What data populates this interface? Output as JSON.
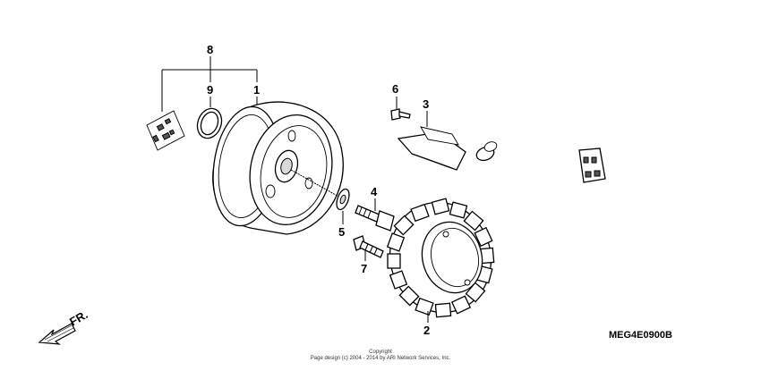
{
  "callouts": {
    "c1": "1",
    "c2": "2",
    "c3": "3",
    "c4": "4",
    "c5": "5",
    "c6": "6",
    "c7": "7",
    "c8": "8",
    "c9": "9"
  },
  "diagram_code": "MEG4E0900B",
  "front_marker": "FR.",
  "copyright": {
    "line1": "Copyright",
    "line2": "Page design (c) 2004 - 2014 by ARI Network Services, Inc."
  }
}
